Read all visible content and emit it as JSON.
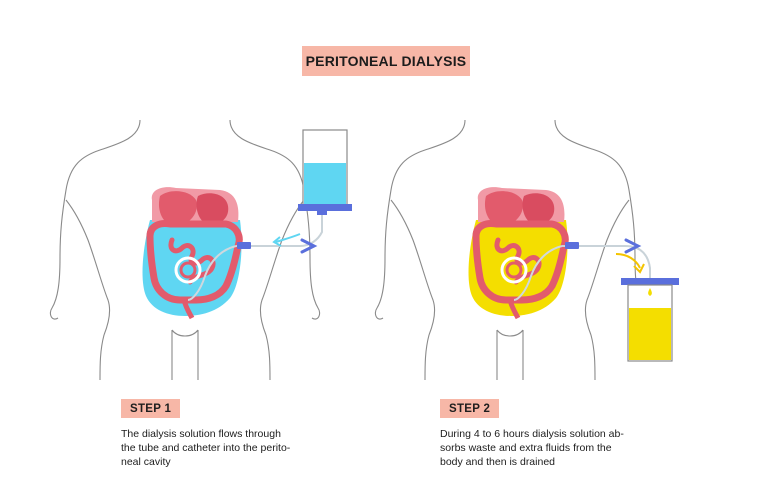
{
  "title": "PERITONEAL DIALYSIS",
  "step1": {
    "label": "STEP 1",
    "lines": [
      "The dialysis solution flows through",
      "the tube and catheter into the perito-",
      "neal cavity"
    ]
  },
  "step2": {
    "label": "STEP 2",
    "lines": [
      "During 4 to 6 hours dialysis solution ab-",
      "sorbs waste and extra fluids from the",
      "body and then is drained"
    ]
  },
  "colors": {
    "badge": "#f7b7a7",
    "fresh_solution": "#5fd6f2",
    "used_solution": "#f4de00",
    "organs": "#e75a6d",
    "connector": "#5a6fdc",
    "outline": "#8a8a8a"
  }
}
